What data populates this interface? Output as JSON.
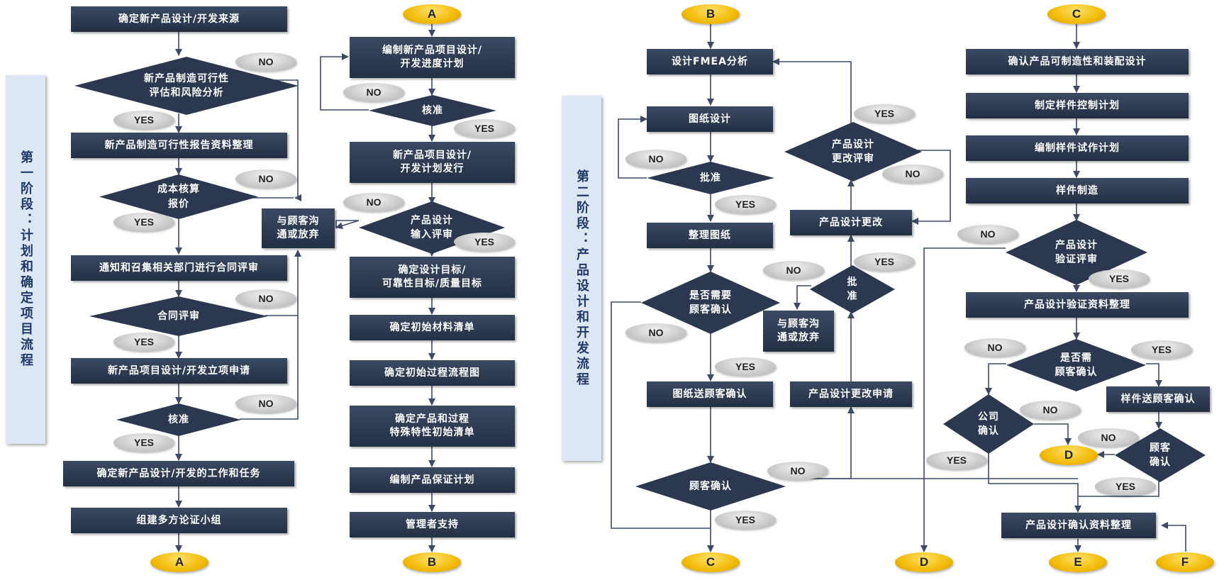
{
  "stages": {
    "stage1": "第一阶段：计划和确定项目流程",
    "stage2": "第二阶段：产品设计和开发流程"
  },
  "connectors": {
    "a_bottom": "A",
    "a_top": "A",
    "b_bottom": "B",
    "b_top": "B",
    "c_bottom": "C",
    "c_top": "C",
    "d_bottom": "D",
    "d_mid": "D",
    "e_bottom": "E",
    "f_bottom": "F"
  },
  "col1": {
    "box1": "确定新产品设计/开发来源",
    "dia1": "新产品制造可行性\n评估和风险分析",
    "box2": "新产品制造可行性报告资料整理",
    "dia2": "成本核算\n报价",
    "box3": "通知和召集相关部门进行合同评审",
    "dia3": "合同评审",
    "box4": "新产品项目设计/开发立项申请",
    "dia4": "核准",
    "box5": "确定新产品设计/开发的工作和任务",
    "box6": "组建多方论证小组",
    "customer": "与顾客沟\n通或放弃"
  },
  "col2": {
    "box1": "编制新产品项目设计/\n开发进度计划",
    "dia1": "核准",
    "box2": "新产品项目设计/\n开发计划发行",
    "dia2": "产品设计\n输入评审",
    "box3": "确定设计目标/\n可靠性目标/质量目标",
    "box4": "确定初始材料清单",
    "box5": "确定初始过程流程图",
    "box6": "确定产品和过程\n特殊特性初始清单",
    "box7": "编制产品保证计划",
    "box8": "管理者支持"
  },
  "col3": {
    "box1": "设计FMEA分析",
    "box2": "图纸设计",
    "dia1": "批准",
    "box3": "整理图纸",
    "dia2": "是否需要\n顾客确认",
    "box4": "图纸送顾客确认",
    "dia3": "顾客确认"
  },
  "col4": {
    "dia1": "产品设计\n更改评审",
    "box1": "产品设计更改",
    "dia2": "批\n准",
    "customer": "与顾客沟\n通或放弃",
    "box2": "产品设计更改申请"
  },
  "col5": {
    "box1": "确认产品可制造性和装配设计",
    "box2": "制定样件控制计划",
    "box3": "编制样件试作计划",
    "box4": "样件制造",
    "dia1": "产品设计\n验证评审",
    "box5": "产品设计验证资料整理",
    "dia2": "是否需\n顾客确认",
    "dia3": "公司\n确认",
    "box6": "样件送顾客确认",
    "dia4": "顾客\n确认",
    "box7": "产品设计确认资料整理"
  },
  "labels": {
    "no": "NO",
    "yes": "YES"
  }
}
